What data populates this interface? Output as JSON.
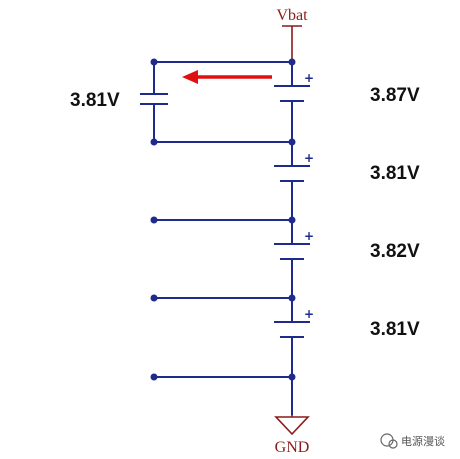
{
  "supply_label": "Vbat",
  "ground_label": "GND",
  "external_cell_voltage": "3.81V",
  "cell_voltages": [
    "3.87V",
    "3.81V",
    "3.82V",
    "3.81V"
  ],
  "arrow_color": "#e01010",
  "wire_color": "#1e2a8c",
  "rail_color": "#8b1a1a",
  "watermark": "电源漫谈"
}
